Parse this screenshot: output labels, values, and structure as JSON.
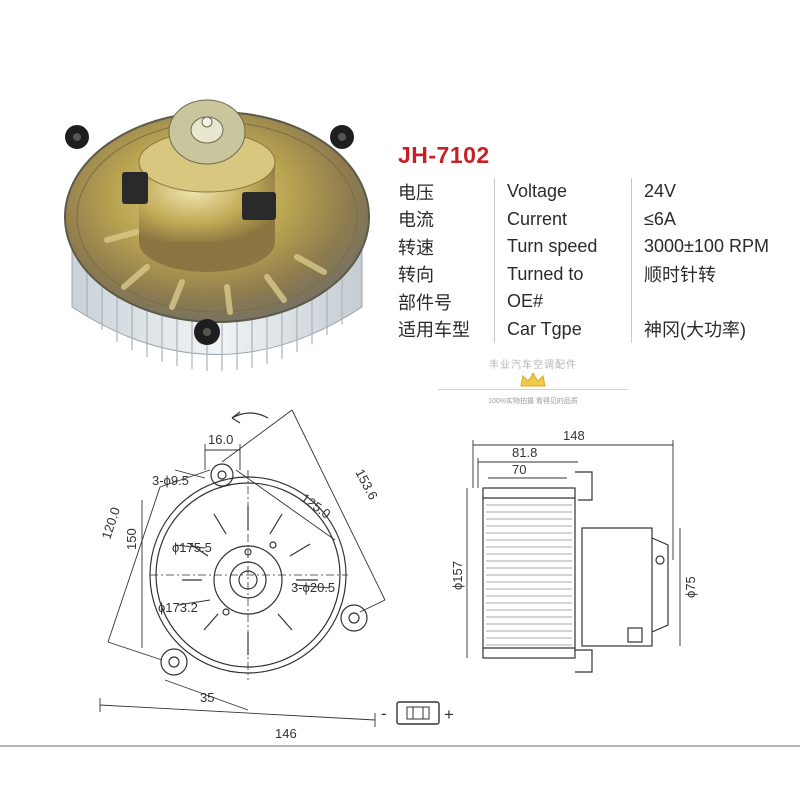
{
  "product": {
    "model": "JH-7102",
    "specs": [
      {
        "cn": "电压",
        "en": "Voltage",
        "value": "24V"
      },
      {
        "cn": "电流",
        "en": "Current",
        "value": "≤6A"
      },
      {
        "cn": "转速",
        "en": "Turn speed",
        "value": "3000±100 RPM"
      },
      {
        "cn": "转向",
        "en": "Turned to",
        "value": "顺时针转"
      },
      {
        "cn": "部件号",
        "en": "OE#",
        "value": ""
      },
      {
        "cn": "适用车型",
        "en": "Car Tgpe",
        "value": "神冈(大功率)"
      }
    ]
  },
  "watermark": {
    "top_text": "丰业汽车空调配件",
    "bottom_text": "100%实物拍摄 看得见的品质"
  },
  "drawing": {
    "front_view": {
      "dim_16": "16.0",
      "dim_hole_small": "3-ϕ9.5",
      "dim_125": "125.0",
      "dim_153": "153.6",
      "dim_120": "120.0",
      "dim_150": "150",
      "dim_d175": "ϕ175.5",
      "dim_hole_large": "3-ϕ20.5",
      "dim_d173": "ϕ173.2",
      "dim_35": "35",
      "dim_146": "146"
    },
    "side_view": {
      "dim_148": "148",
      "dim_81": "81.8",
      "dim_70": "70",
      "dim_d157": "ϕ157",
      "dim_d75": "ϕ75"
    },
    "connector": {
      "minus": "-",
      "plus": "+"
    }
  },
  "colors": {
    "title": "#c81e24",
    "line": "#333333",
    "brass": "#b59a3d",
    "fan": "#dfe6ea"
  }
}
